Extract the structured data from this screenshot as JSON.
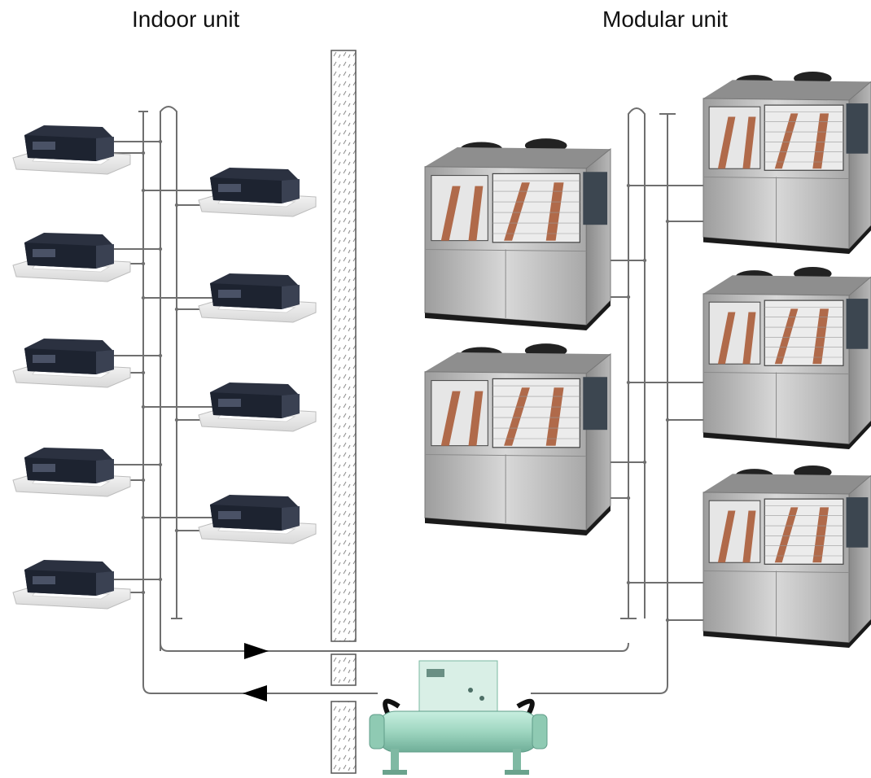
{
  "labels": {
    "indoor": "Indoor unit",
    "modular": "Modular unit"
  },
  "colors": {
    "pipe": "#6f6f6f",
    "arrow": "#000000",
    "cassette_body": "#2b3140",
    "cassette_panel": "#f1f1f1",
    "module_steel": "#c8c8c8",
    "module_dark": "#3c4650",
    "coil_copper": "#b06a4a",
    "pump_green": "#a9dcc8"
  },
  "components": {
    "indoor_cassette_count": 9,
    "modular_unit_count": 5,
    "water_pump": "pump-icon"
  }
}
